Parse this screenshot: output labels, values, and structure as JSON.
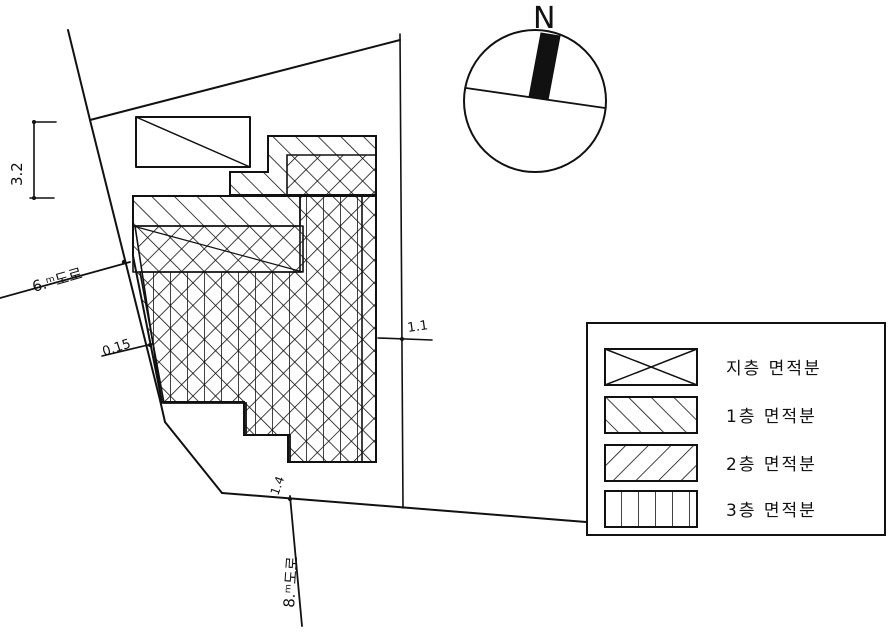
{
  "north": {
    "label": "N"
  },
  "dimensions": {
    "top_left": "3.2",
    "left_setback": "0.15",
    "right_setback": "1.1",
    "bottom_setback": "1.4"
  },
  "roads": {
    "left": "6.ᵐ도로",
    "bottom": "8.ᵐ도로"
  },
  "legend": {
    "items": [
      {
        "label": "지층  면적분",
        "pattern": "cross-box"
      },
      {
        "label": "1층  면적분",
        "pattern": "diag-back"
      },
      {
        "label": "2층  면적분",
        "pattern": "diag-fwd"
      },
      {
        "label": "3층  면적분",
        "pattern": "vertical"
      }
    ]
  }
}
